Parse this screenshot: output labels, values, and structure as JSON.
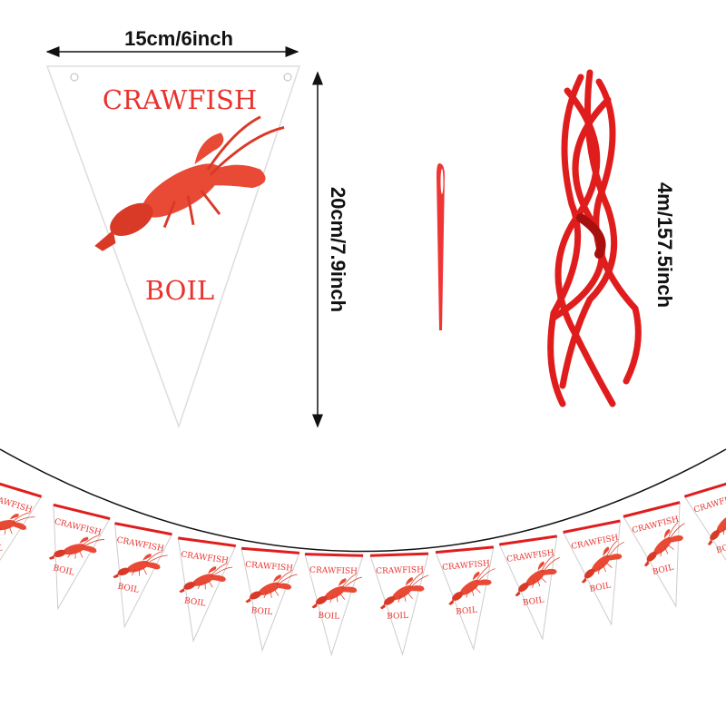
{
  "dimensions": {
    "width": "15cm/6inch",
    "height": "20cm/7.9inch",
    "ribbon_length": "4m/157.5inch"
  },
  "pennant": {
    "top_text": "CRAWFISH",
    "bottom_text": "BOIL"
  },
  "garland": {
    "count": 12,
    "top_text": "CRAWFISH",
    "bottom_text": "BOIL"
  },
  "colors": {
    "red": "#e8332e",
    "ribbon": "#e01d1d",
    "lobster": "#e84a35"
  }
}
